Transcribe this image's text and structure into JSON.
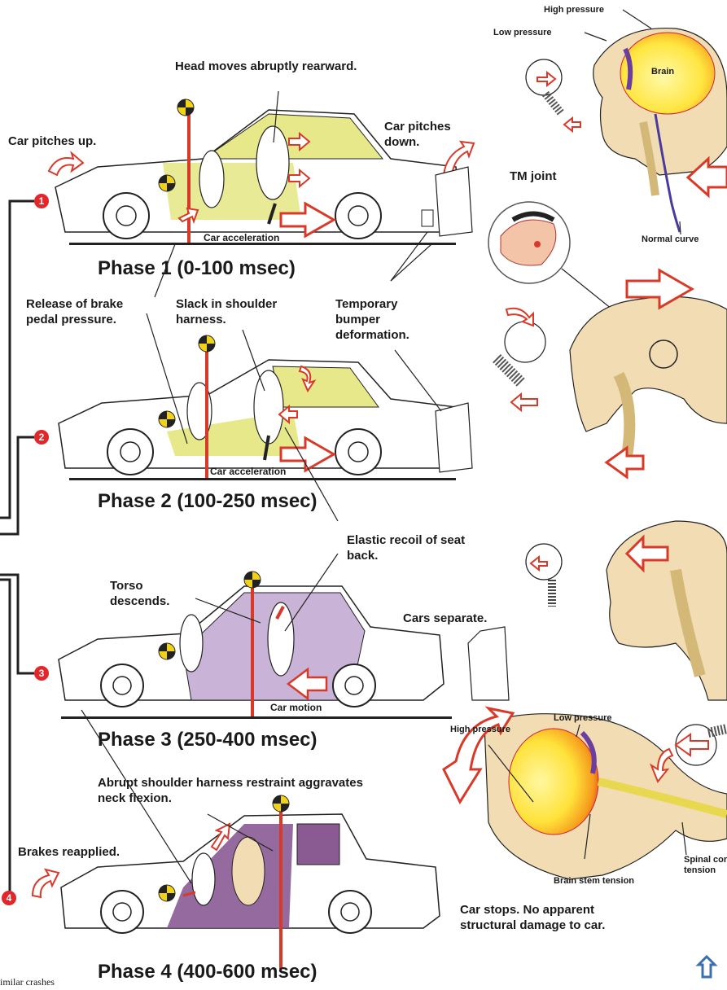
{
  "phases": [
    {
      "number": "1",
      "title": "Phase 1 (0-100 msec)",
      "motion_label": "Car acceleration"
    },
    {
      "number": "2",
      "title": "Phase 2 (100-250 msec)",
      "motion_label": "Car acceleration"
    },
    {
      "number": "3",
      "title": "Phase 3 (250-400 msec)",
      "motion_label": "Car motion"
    },
    {
      "number": "4",
      "title": "Phase 4 (400-600 msec)",
      "motion_label": ""
    }
  ],
  "callouts": {
    "head_moves": "Head moves abruptly rearward.",
    "car_pitches_up": "Car pitches up.",
    "car_pitches_down_1": "Car pitches",
    "car_pitches_down_2": "down.",
    "release_brake_1": "Release of brake",
    "release_brake_2": "pedal pressure.",
    "slack_1": "Slack in shoulder",
    "slack_2": "harness.",
    "bumper_1": "Temporary",
    "bumper_2": "bumper",
    "bumper_3": "deformation.",
    "elastic_1": "Elastic recoil of seat",
    "elastic_2": "back.",
    "torso_1": "Torso",
    "torso_2": "descends.",
    "cars_separate": "Cars separate.",
    "abrupt_1": "Abrupt shoulder harness restraint aggravates",
    "abrupt_2": "neck flexion.",
    "brakes": "Brakes reapplied.",
    "car_stops_1": "Car stops. No apparent",
    "car_stops_2": "structural damage to car.",
    "footnote": "imilar crashes"
  },
  "anatomy": {
    "high_pressure_top": "High pressure",
    "low_pressure_top": "Low pressure",
    "brain_top": "Brain",
    "tm_joint": "TM joint",
    "normal_curve": "Normal curve",
    "high_pressure_bottom": "High pressure",
    "low_pressure_bottom": "Low pressure",
    "spinal_1": "Spinal cord",
    "spinal_2": "tension",
    "brain_stem": "Brain stem tension"
  },
  "colors": {
    "phase_yellow": "#e6e88a",
    "phase_purple": "#c9b3d6",
    "phase4_purple": "#8a5a93",
    "arrow_red": "#d83a2a",
    "marker_red": "#e3262a",
    "dummy_tan": "#f2dcb4"
  },
  "icons": [
    "crash-test-marker-icon",
    "red-arrow-icon",
    "car-illustration",
    "skull-illustration",
    "brain-illustration",
    "spine-illustration"
  ]
}
